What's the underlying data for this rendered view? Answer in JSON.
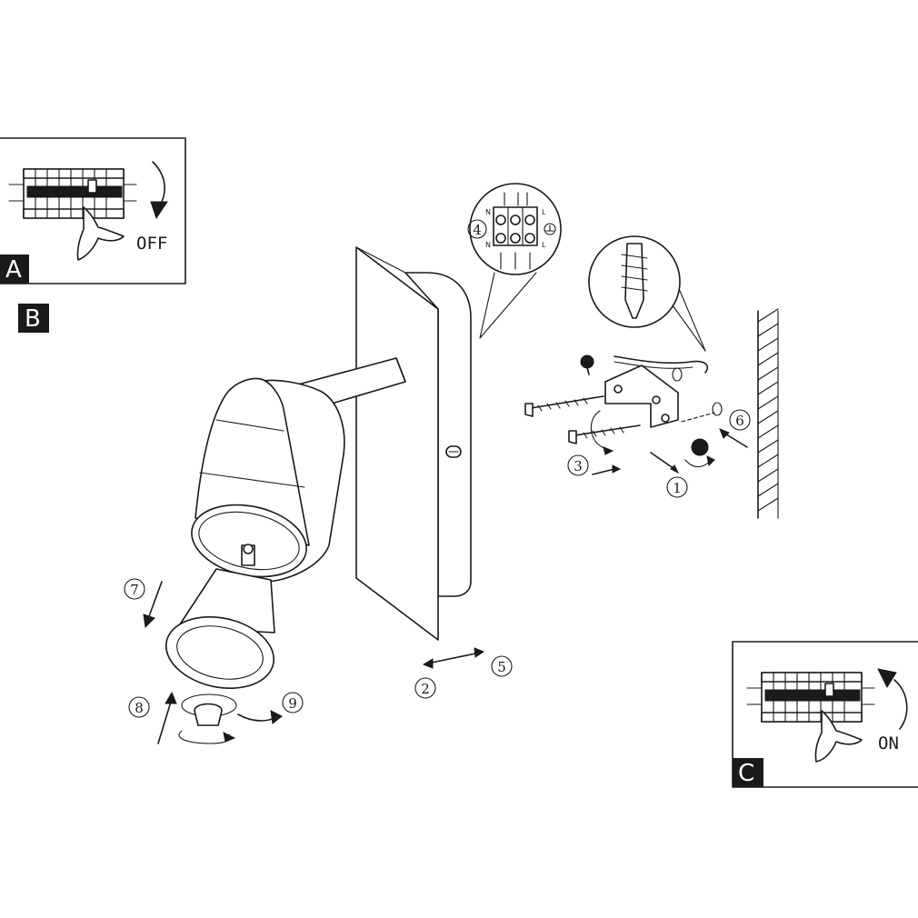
{
  "panels": {
    "a": {
      "tag": "A",
      "action": "OFF"
    },
    "b": {
      "tag": "B"
    },
    "c": {
      "tag": "C",
      "action": "ON"
    }
  },
  "wiring": {
    "top_labels": [
      "N",
      "L"
    ],
    "bottom_labels": [
      "N",
      "L"
    ],
    "step": "4"
  },
  "steps": {
    "s1": "1",
    "s2": "2",
    "s3": "3",
    "s5": "5",
    "s6": "6",
    "s7": "7",
    "s8": "8",
    "s9": "9"
  },
  "colors": {
    "ink": "#1a1a1a",
    "paper": "#ffffff",
    "tag_bg": "#1a1a1a",
    "tag_fg": "#ffffff"
  }
}
